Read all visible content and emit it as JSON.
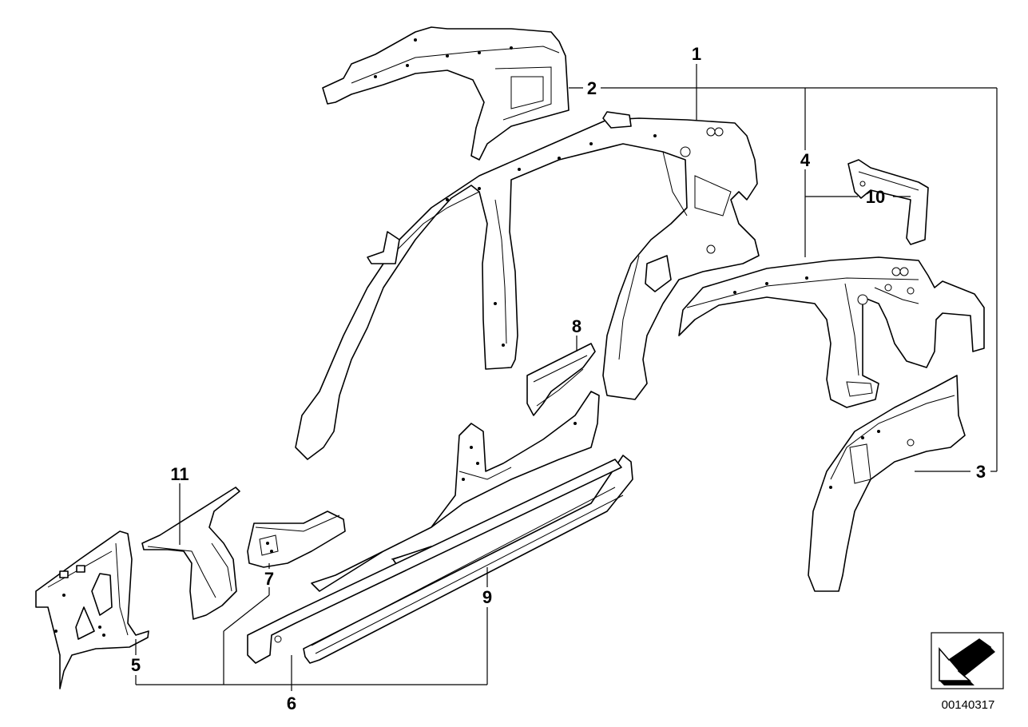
{
  "callouts": {
    "c1": "1",
    "c2": "2",
    "c3": "3",
    "c4": "4",
    "c5": "5",
    "c6": "6",
    "c7": "7",
    "c8": "8",
    "c9": "9",
    "c10": "10",
    "c11": "11"
  },
  "diagram_number": "00140317",
  "direction_icon": "arrow-front-direction-icon"
}
